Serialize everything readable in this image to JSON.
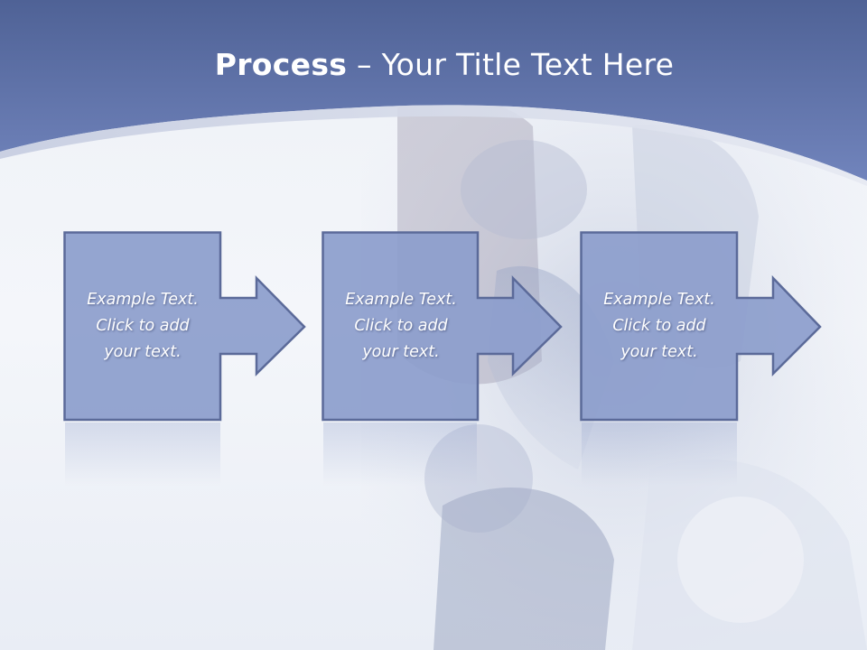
{
  "slide": {
    "title_strong": "Process",
    "title_rest": " – Your Title Text Here"
  },
  "steps": [
    {
      "text": "Example Text.\nClick  to add\nyour text."
    },
    {
      "text": "Example Text.\nClick  to add\nyour text."
    },
    {
      "text": "Example Text.\nClick  to add\nyour text."
    }
  ],
  "colors": {
    "header_top": "#4f6296",
    "header_bottom": "#6f82bb",
    "box_fill": "#8c9dcc",
    "box_stroke": "#5b6a99",
    "text": "#ffffff"
  }
}
